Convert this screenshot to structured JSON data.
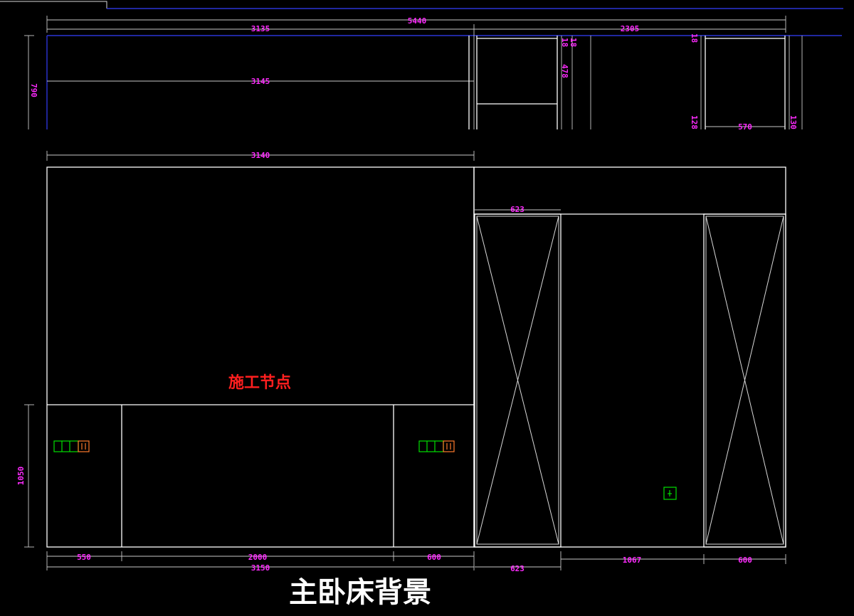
{
  "drawing": {
    "title": "主卧床背景",
    "annotation": "施工节点",
    "colors": {
      "background": "#000000",
      "lines": "#ffffff",
      "dimensions": "#ff2bff",
      "annotation": "#ff1f1f",
      "outlet": "#00e000",
      "outlet_accent": "#ff7a2b",
      "ceiling_line": "#2b34d6"
    }
  },
  "plan_dims": {
    "overall": "5440",
    "left": "3135",
    "right": "2305",
    "inner": "3145",
    "depth": "790",
    "shelf_478": "478",
    "shelf_18a": "18",
    "shelf_18b": "18",
    "shelf_18c": "18",
    "shelf_128": "128",
    "shelf_570": "570",
    "shelf_130": "130"
  },
  "elev_dims": {
    "top_width": "3140",
    "cabinet_width": "623",
    "left_panel": "550",
    "center_panel": "2000",
    "right_panel": "600",
    "total_bottom": "3150",
    "cabinet_bottom": "623",
    "gap": "1067",
    "right_cabinet": "600",
    "wainscot_height": "1050"
  },
  "icons": {
    "outlet_left": "socket-icon",
    "outlet_right": "socket-icon",
    "outlet_gap": "switch-icon"
  }
}
